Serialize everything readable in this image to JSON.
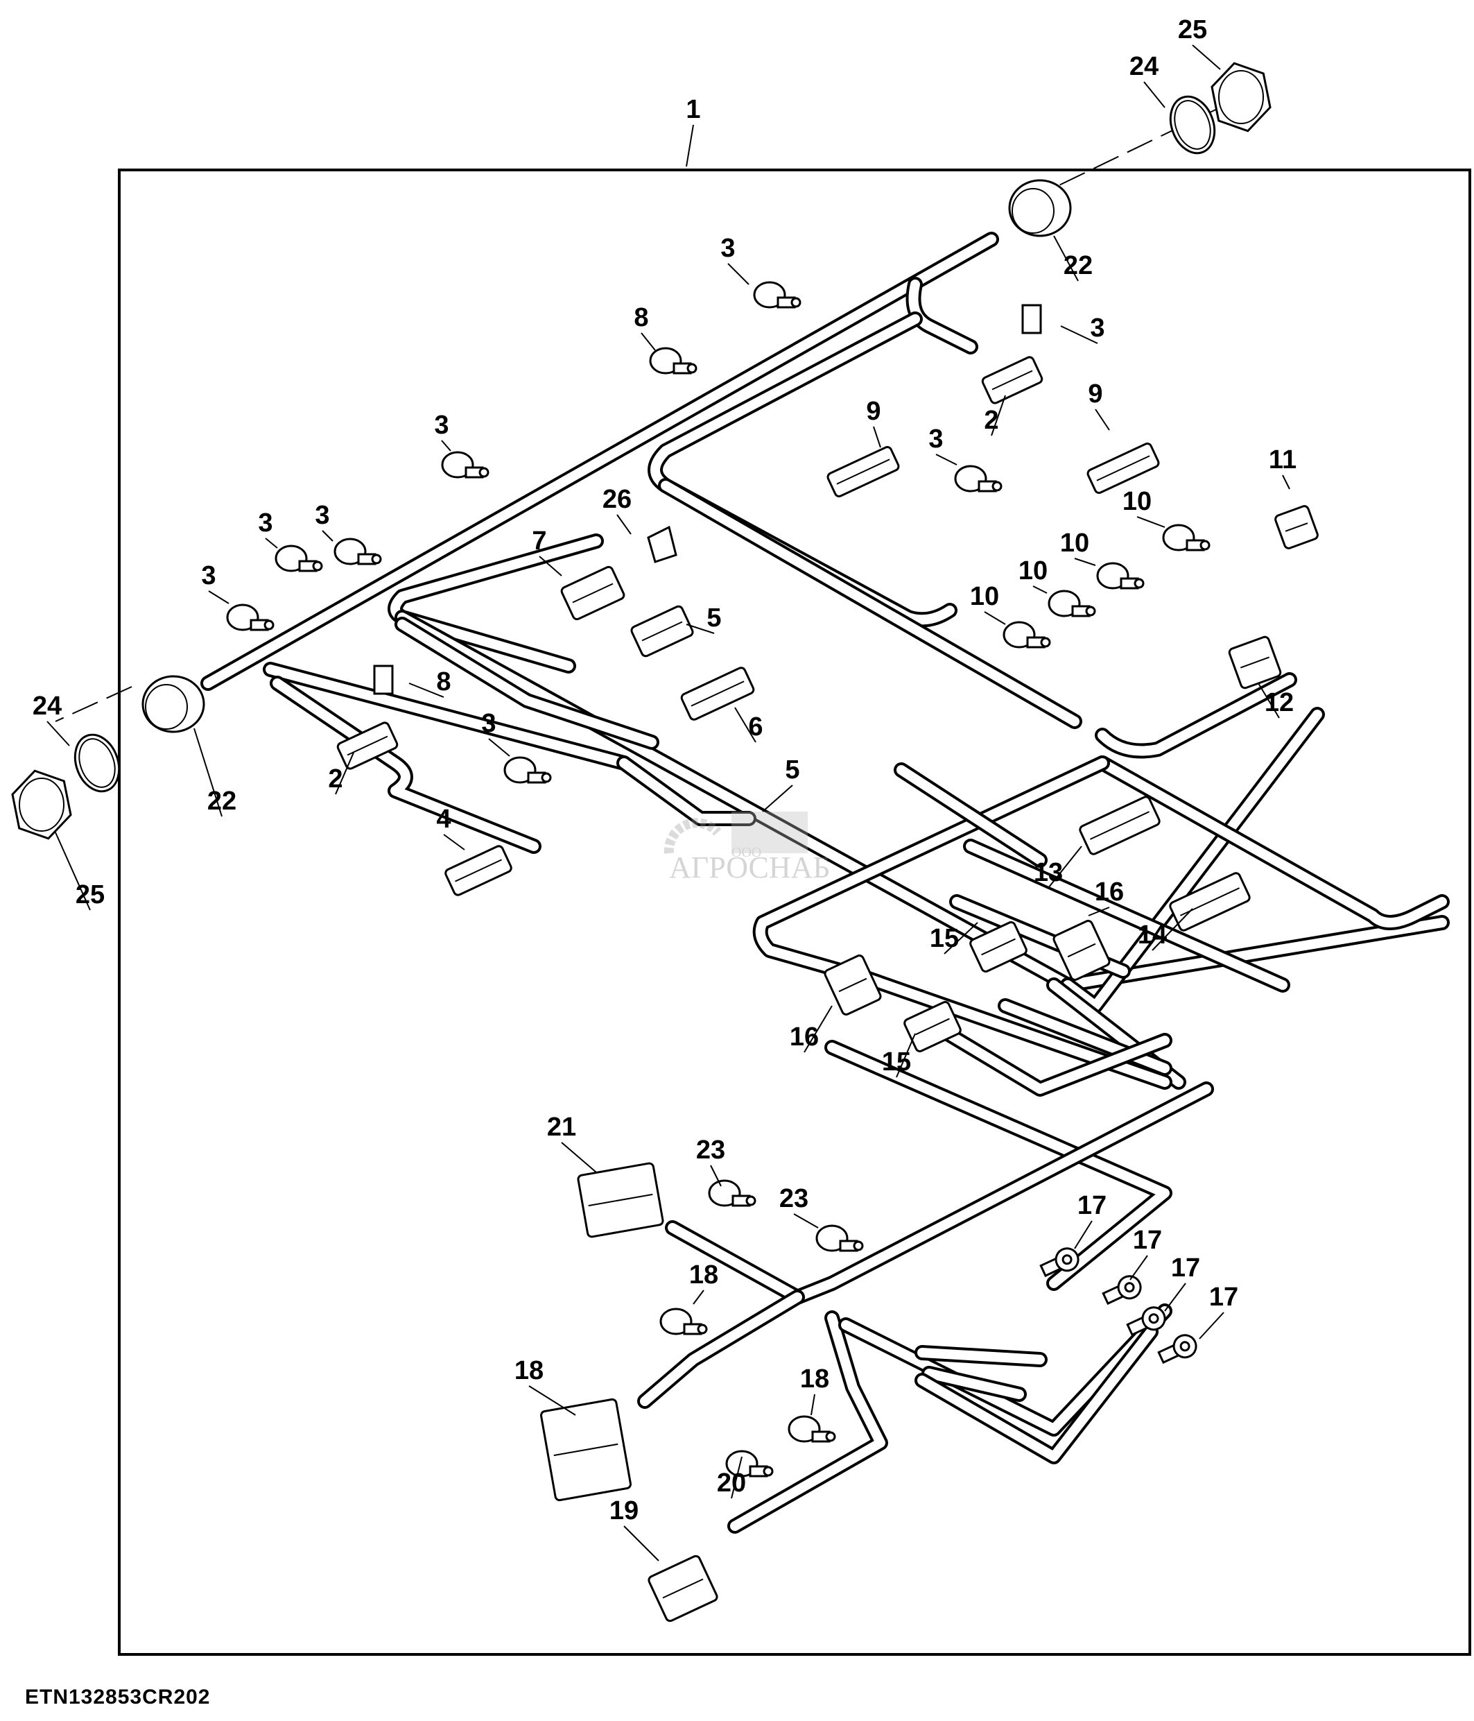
{
  "figure": {
    "id": "ETN132853CR202",
    "assembly_callout": "1"
  },
  "watermark": {
    "company_prefix": "ООО",
    "company_name": "АГРОСНАБ"
  },
  "parts": [
    {
      "ref": "1",
      "type": "harness-assembly"
    },
    {
      "ref": "2",
      "type": "connector-2pin"
    },
    {
      "ref": "3",
      "type": "cable-clip"
    },
    {
      "ref": "4",
      "type": "connector-3pin"
    },
    {
      "ref": "5",
      "type": "connector"
    },
    {
      "ref": "6",
      "type": "connector"
    },
    {
      "ref": "7",
      "type": "connector"
    },
    {
      "ref": "8",
      "type": "terminal-lock"
    },
    {
      "ref": "9",
      "type": "connector"
    },
    {
      "ref": "10",
      "type": "cable-clip-small"
    },
    {
      "ref": "11",
      "type": "connector"
    },
    {
      "ref": "12",
      "type": "connector"
    },
    {
      "ref": "13",
      "type": "connector-4pin"
    },
    {
      "ref": "14",
      "type": "connector-4pin"
    },
    {
      "ref": "15",
      "type": "connector"
    },
    {
      "ref": "16",
      "type": "connector"
    },
    {
      "ref": "17",
      "type": "ring-terminal"
    },
    {
      "ref": "18",
      "type": "cable-clip"
    },
    {
      "ref": "19",
      "type": "connector"
    },
    {
      "ref": "20",
      "type": "ecu-connector"
    },
    {
      "ref": "21",
      "type": "ecu-connector"
    },
    {
      "ref": "22",
      "type": "bulkhead-connector"
    },
    {
      "ref": "23",
      "type": "push-clip"
    },
    {
      "ref": "24",
      "type": "o-ring"
    },
    {
      "ref": "25",
      "type": "hex-nut"
    },
    {
      "ref": "26",
      "type": "cap"
    }
  ],
  "callouts": [
    "1",
    "25",
    "24",
    "22",
    "3",
    "8",
    "3",
    "2",
    "9",
    "9",
    "3",
    "3",
    "11",
    "10",
    "10",
    "10",
    "10",
    "3",
    "26",
    "7",
    "3",
    "3",
    "5",
    "12",
    "6",
    "8",
    "24",
    "22",
    "2",
    "3",
    "5",
    "25",
    "4",
    "13",
    "16",
    "14",
    "15",
    "16",
    "15",
    "21",
    "23",
    "23",
    "17",
    "17",
    "17",
    "17",
    "18",
    "18",
    "20",
    "18",
    "19"
  ]
}
